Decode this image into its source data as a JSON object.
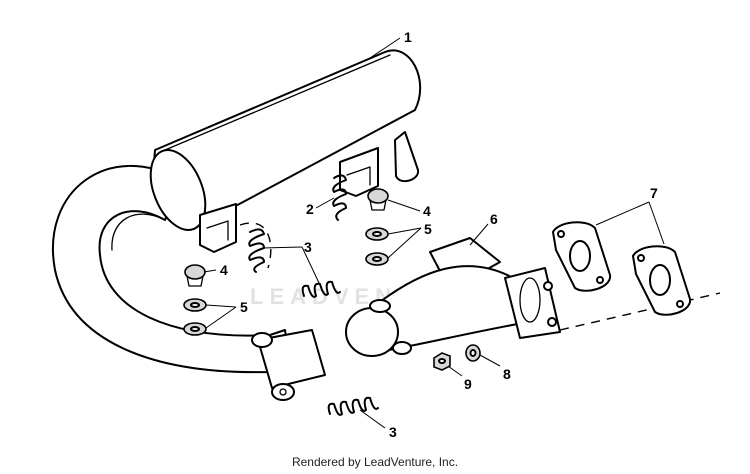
{
  "diagram": {
    "callouts": {
      "part_1": "1",
      "part_2": "2",
      "part_3_upper": "3",
      "part_3_lower": "3",
      "part_4_right": "4",
      "part_4_left": "4",
      "part_5_right": "5",
      "part_5_left": "5",
      "part_6": "6",
      "part_7": "7",
      "part_8": "8",
      "part_9": "9"
    },
    "watermark": "LEADVENTURE",
    "footer_credit": "Rendered by LeadVenture, Inc."
  }
}
